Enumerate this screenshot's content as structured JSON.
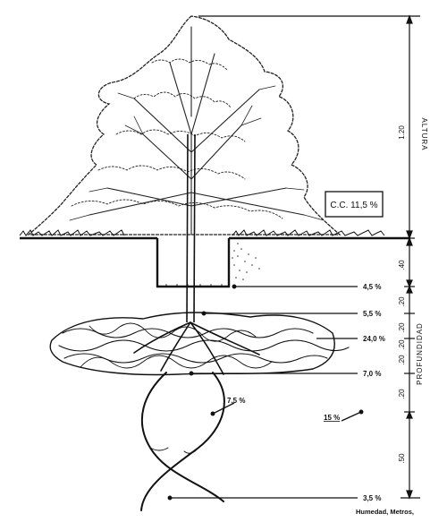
{
  "field_capacity_box": {
    "label": "C.C. 11,5 %"
  },
  "moisture_labels": [
    {
      "id": "m1",
      "text": "4,5 %"
    },
    {
      "id": "m2",
      "text": "5,5 %"
    },
    {
      "id": "m3",
      "text": "24,0 %"
    },
    {
      "id": "m4",
      "text": "7,0 %"
    },
    {
      "id": "m5",
      "text": "7,5 %"
    },
    {
      "id": "m6",
      "text": "15 %"
    },
    {
      "id": "m7",
      "text": "3,5 %"
    }
  ],
  "dimensions": {
    "height": "1.20",
    "d1": ".40",
    "d2": ".20",
    "d3": ".20",
    "d4": ".20",
    "d5": ".20",
    "d6": ".20",
    "d7": ".50"
  },
  "axis_labels": {
    "height": "ALTURA",
    "depth": "PROFUNDIDAD"
  },
  "footer": "Humedad, Metros,",
  "colors": {
    "ink": "#111111",
    "paper": "#ffffff"
  }
}
